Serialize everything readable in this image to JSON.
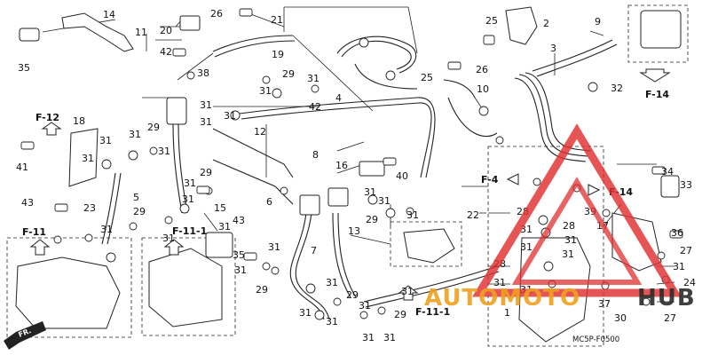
{
  "diagram": {
    "code": "MC5P-F0500",
    "front_arrow": "FR.",
    "part_numbers": [
      "1",
      "2",
      "3",
      "4",
      "5",
      "6",
      "7",
      "8",
      "9",
      "10",
      "11",
      "12",
      "13",
      "14",
      "15",
      "16",
      "17",
      "18",
      "19",
      "20",
      "21",
      "22",
      "23",
      "24",
      "25",
      "26",
      "27",
      "28",
      "29",
      "30",
      "31",
      "32",
      "33",
      "34",
      "35",
      "36",
      "37",
      "38",
      "39",
      "40",
      "41",
      "42",
      "43"
    ],
    "section_refs": [
      "F-4",
      "F-11",
      "F-11-1",
      "F-12",
      "F-14"
    ],
    "watermark": {
      "text_orange": "AUTOMOTO",
      "text_dark": "HUB",
      "color_orange": "#f0a020",
      "color_dark": "#2b2b2b",
      "color_triangle": "#e03030"
    }
  }
}
